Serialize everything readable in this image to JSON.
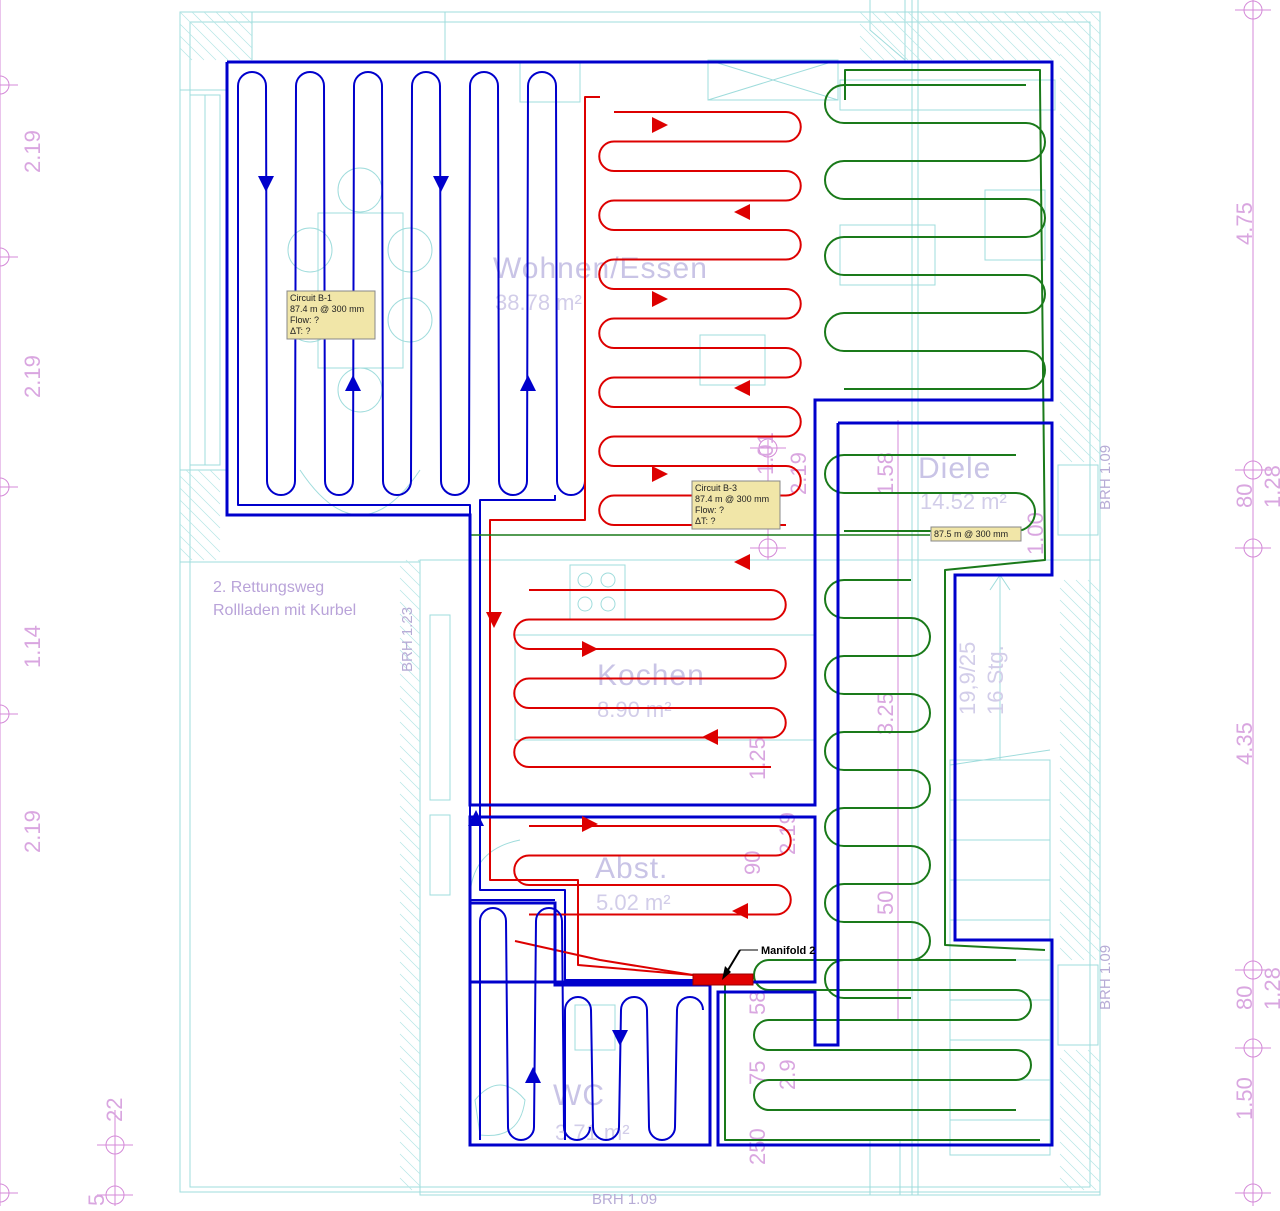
{
  "rooms": [
    {
      "name": "Wohnen/Essen",
      "area": "38.78 m²"
    },
    {
      "name": "Kochen",
      "area": "8.90 m²"
    },
    {
      "name": "Diele",
      "area": "14.52 m²"
    },
    {
      "name": "Abst.",
      "area": "5.02 m²"
    },
    {
      "name": "WC",
      "area": "3.71 m²"
    }
  ],
  "notes": {
    "line1": "2. Rettungsweg",
    "line2": "Rollladen mit Kurbel"
  },
  "stairs": {
    "count": "16 Stg.",
    "ratio": "19,9/25"
  },
  "brh": [
    "BRH 1.23",
    "BRH 1.09",
    "BRH 1.09",
    "BRH 1.09"
  ],
  "dims_left": [
    "2.19",
    "2.19",
    "1.14",
    "2.19"
  ],
  "dims_right": [
    "4.75",
    "4.35",
    "80",
    "1.28",
    "80",
    "1.28",
    "1.50"
  ],
  "dims_bottom_left": [
    "22",
    "5"
  ],
  "dims_inner": [
    "2.19",
    "1.01",
    "1.58",
    "1.00",
    "3.25",
    "1.25",
    "2.19",
    "90",
    "50",
    "58",
    "2.9",
    "75",
    "250"
  ],
  "circuits": [
    {
      "id": "circuit-b1",
      "lines": [
        "Circuit B-1",
        "87.4 m @ 300 mm",
        "Flow: ?",
        "ΔT: ?"
      ],
      "color": "#0000cc"
    },
    {
      "id": "circuit-b3",
      "lines": [
        "Circuit B-3",
        "87.4 m @ 300 mm",
        "Flow: ?",
        "ΔT: ?"
      ],
      "color": "#dd0000"
    },
    {
      "id": "circuit-green",
      "lines": [
        "87.5 m @ 300 mm"
      ],
      "color": "#1a7a1a"
    }
  ],
  "manifold": {
    "label": "Manifold 2",
    "color": "#e00000"
  },
  "colors": {
    "blue": "#0000cc",
    "red": "#dd0000",
    "green": "#1a7a1a",
    "plan": "#9fe0e0",
    "dim": "#d48ad8"
  }
}
